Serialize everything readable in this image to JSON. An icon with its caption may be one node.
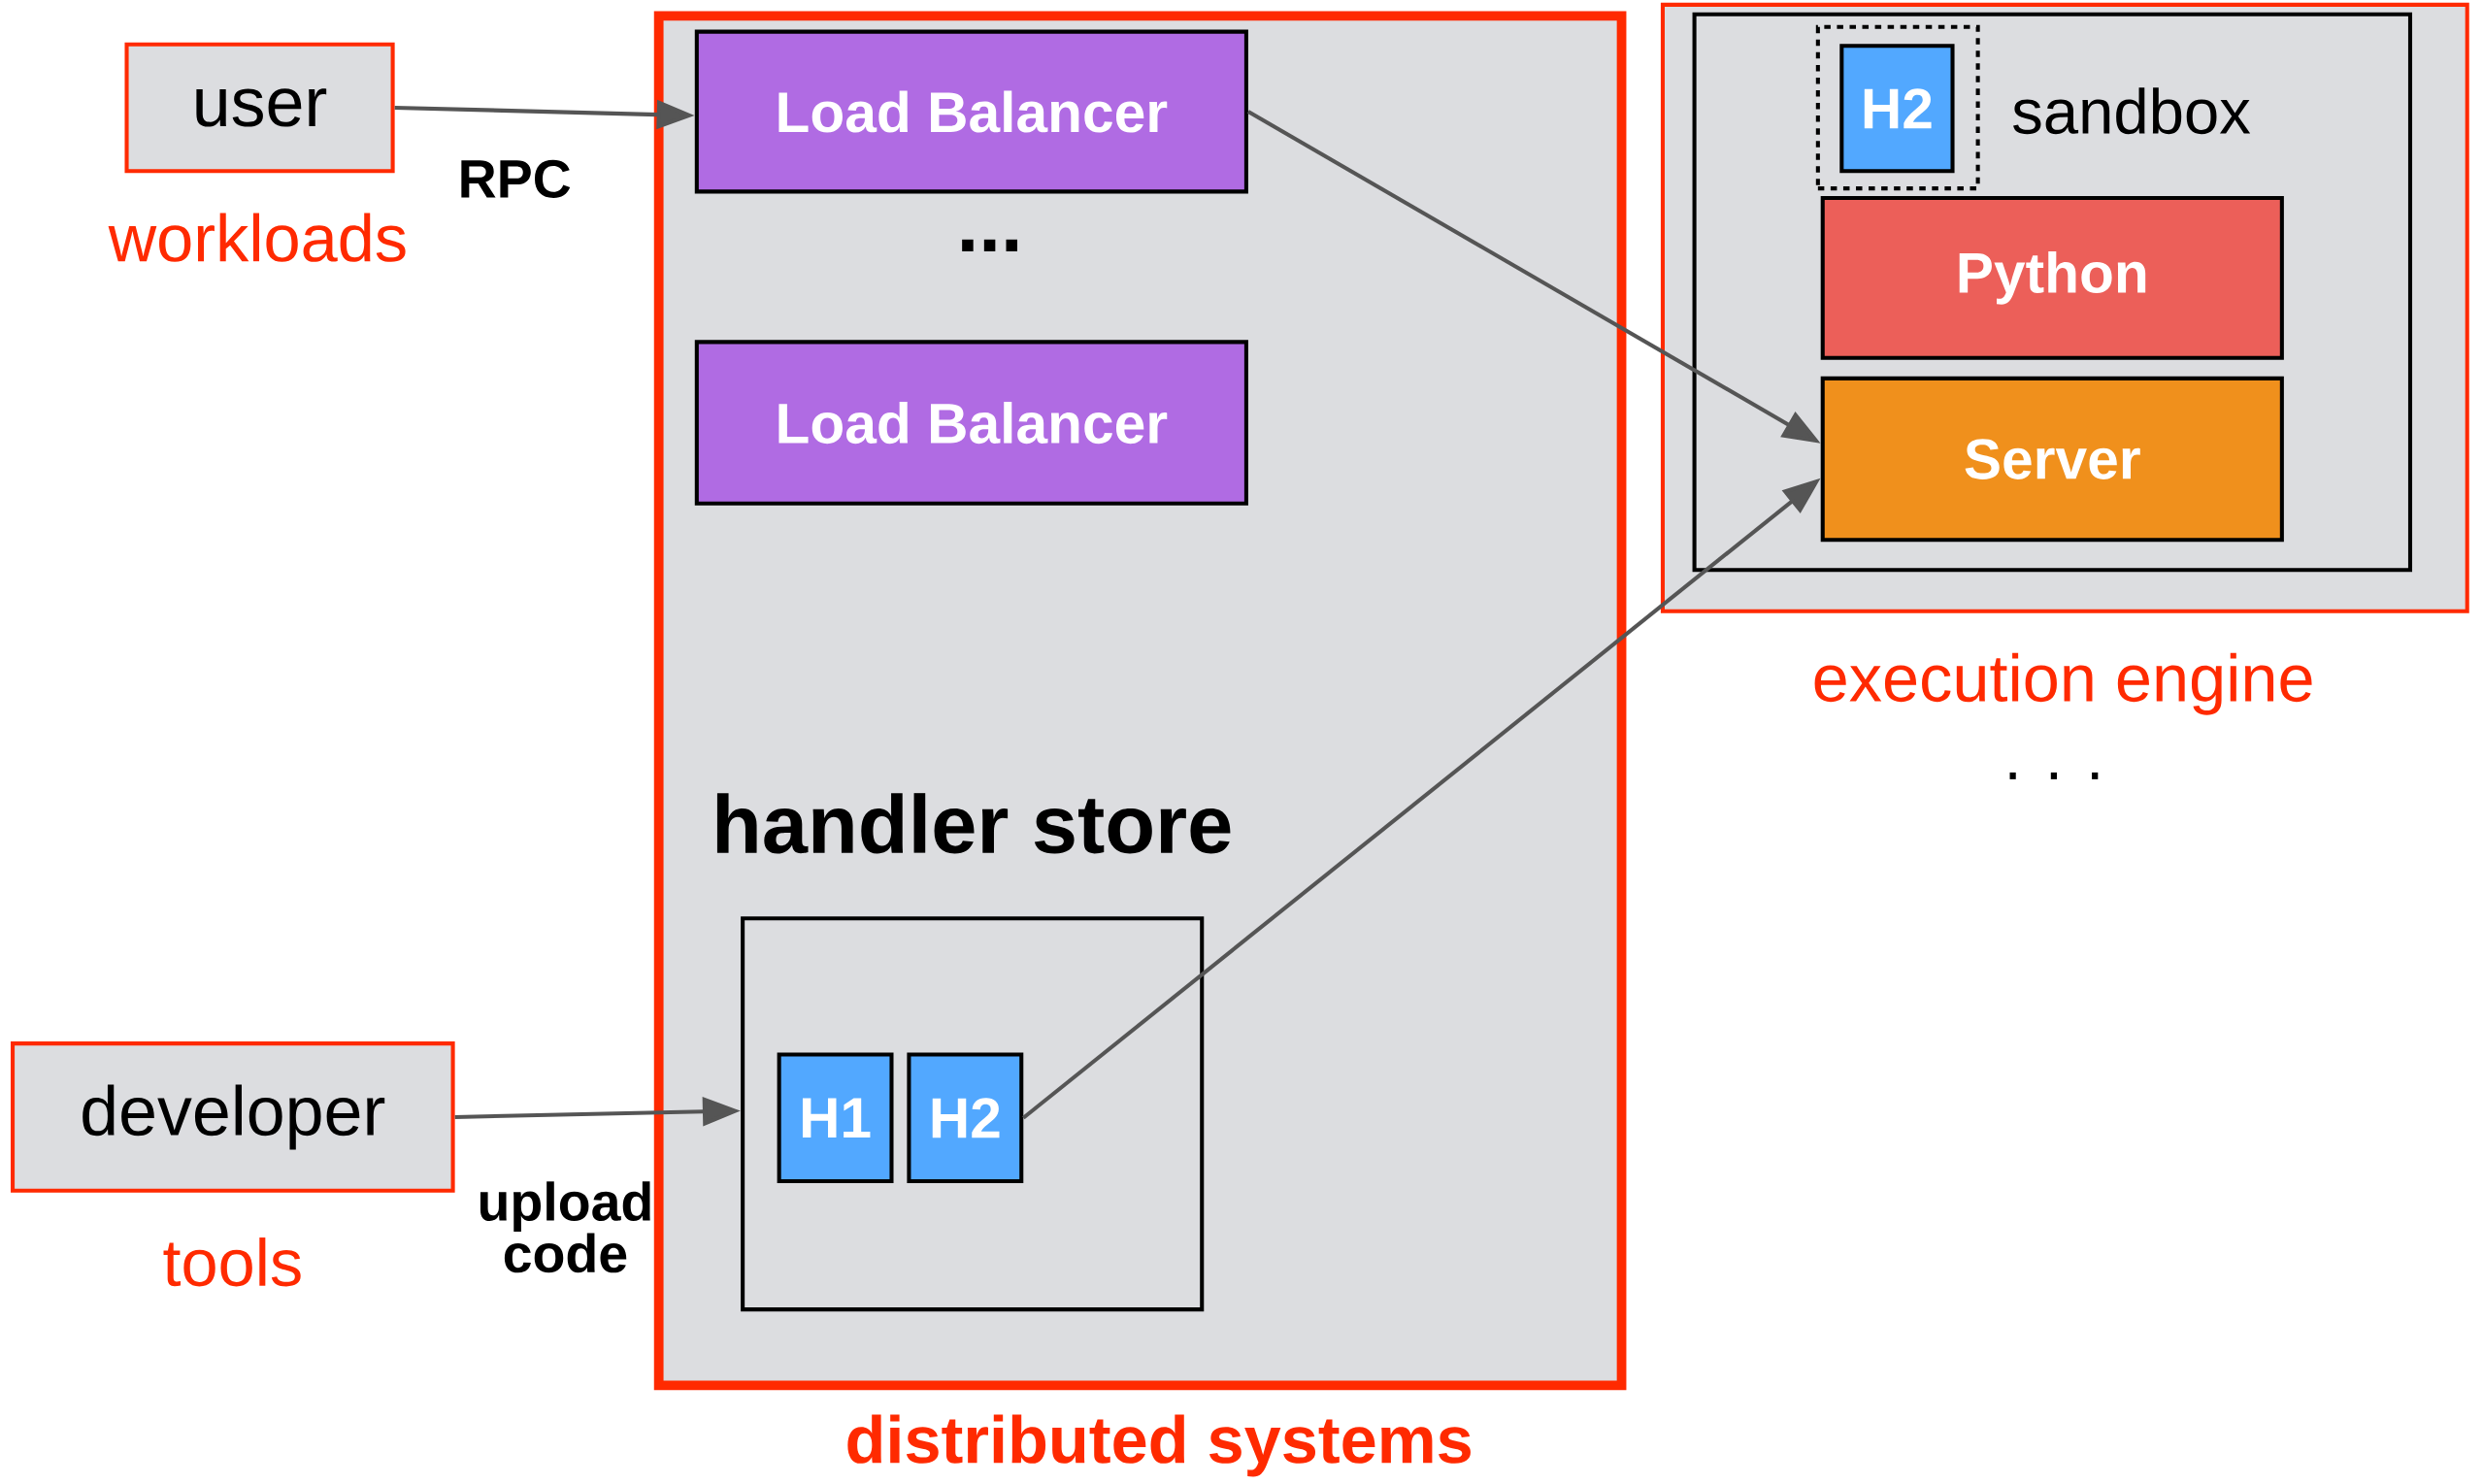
{
  "diagram": {
    "nodes": [
      {
        "text": [
          "user"
        ],
        "beside": [
          "workloads"
        ]
      },
      {
        "text": [
          "developer"
        ],
        "beside": [
          "tools"
        ]
      },
      {
        "text": [
          "distributed systems"
        ]
      },
      {
        "text": [
          "Load Balancer"
        ],
        "in": 2
      },
      {
        "text": [
          "Load Balancer"
        ],
        "in": 2
      },
      {
        "text": [
          "handler store"
        ],
        "in": 2
      },
      {
        "text": [
          "H1"
        ],
        "in": 5
      },
      {
        "text": [
          "H2"
        ],
        "in": 5
      },
      {
        "text": [
          "execution engine"
        ]
      },
      {
        "text": [],
        "shape": "box",
        "in": 8
      },
      {
        "text": [
          "sandbox"
        ],
        "in": 9
      },
      {
        "text": [
          "H2"
        ],
        "in": 10
      },
      {
        "text": [
          "Python"
        ],
        "in": 9
      },
      {
        "text": [
          "Server"
        ],
        "in": 9
      }
    ],
    "edges": [
      {
        "from": 0,
        "to": 3,
        "arrow": "to",
        "label": "RPC"
      },
      {
        "from": 1,
        "to": 5,
        "arrow": "to",
        "label": "upload code"
      },
      {
        "from": 3,
        "to": 13,
        "arrow": "to"
      },
      {
        "from": 7,
        "to": 13,
        "arrow": "to"
      }
    ],
    "labels": [
      "...",
      ". . ."
    ]
  }
}
